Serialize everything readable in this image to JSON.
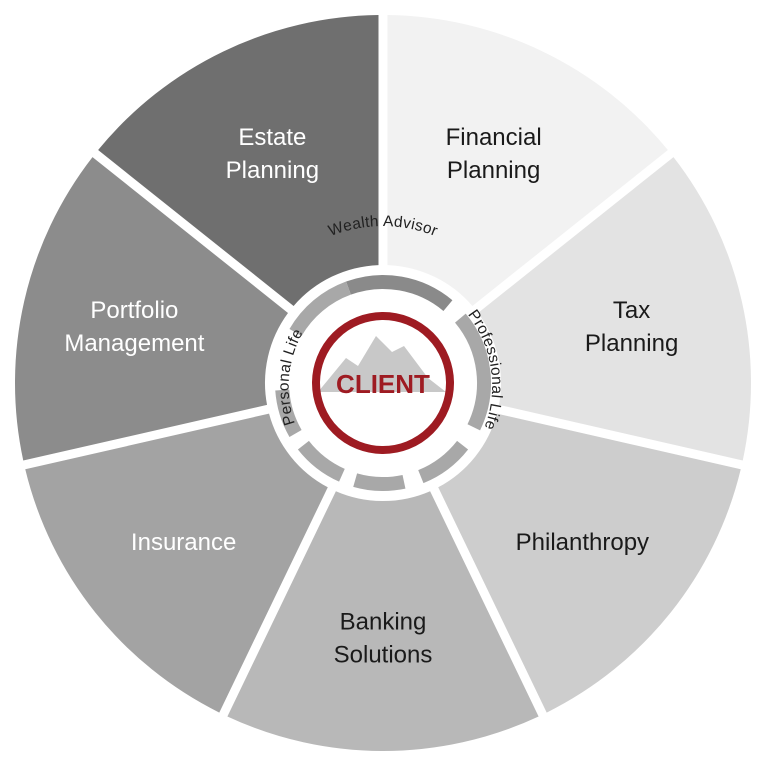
{
  "diagram": {
    "segments": [
      {
        "lines": [
          "Financial",
          "Planning"
        ],
        "fill": "#f2f2f2",
        "text_color": "#1a1a1a"
      },
      {
        "lines": [
          "Tax",
          "Planning"
        ],
        "fill": "#e3e3e3",
        "text_color": "#1a1a1a"
      },
      {
        "lines": [
          "Philanthropy"
        ],
        "fill": "#cdcdcd",
        "text_color": "#1a1a1a"
      },
      {
        "lines": [
          "Banking",
          "Solutions"
        ],
        "fill": "#b8b8b8",
        "text_color": "#1a1a1a"
      },
      {
        "lines": [
          "Insurance"
        ],
        "fill": "#a3a3a3",
        "text_color": "#ffffff"
      },
      {
        "lines": [
          "Portfolio",
          "Management"
        ],
        "fill": "#8c8c8c",
        "text_color": "#ffffff"
      },
      {
        "lines": [
          "Estate",
          "Planning"
        ],
        "fill": "#6f6f6f",
        "text_color": "#ffffff"
      }
    ],
    "ring_labels": {
      "top": "Wealth Advisor",
      "right": "Professional Life",
      "left": "Personal Life"
    },
    "center": {
      "label": "CLIENT",
      "ring_color": "#9e1b22",
      "mountain_color": "#c8c8c8"
    }
  }
}
